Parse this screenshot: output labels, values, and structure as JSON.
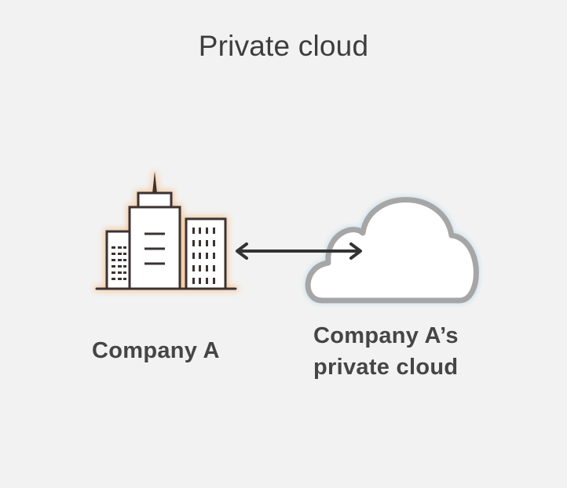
{
  "title": "Private cloud",
  "nodes": {
    "company": {
      "label": "Company A",
      "icon": "office-buildings-icon",
      "glow_color": "#f6c79a"
    },
    "cloud": {
      "label_line1": "Company A’s",
      "label_line2": "private cloud",
      "icon": "cloud-icon",
      "glow_color": "#cfe3ee"
    }
  },
  "connector": {
    "type": "bidirectional-arrow",
    "color": "#333333"
  },
  "colors": {
    "background": "#f2f2f2",
    "icon_stroke": "#3a3330",
    "cloud_stroke": "#a6a6a6",
    "cloud_fill": "#ffffff"
  }
}
